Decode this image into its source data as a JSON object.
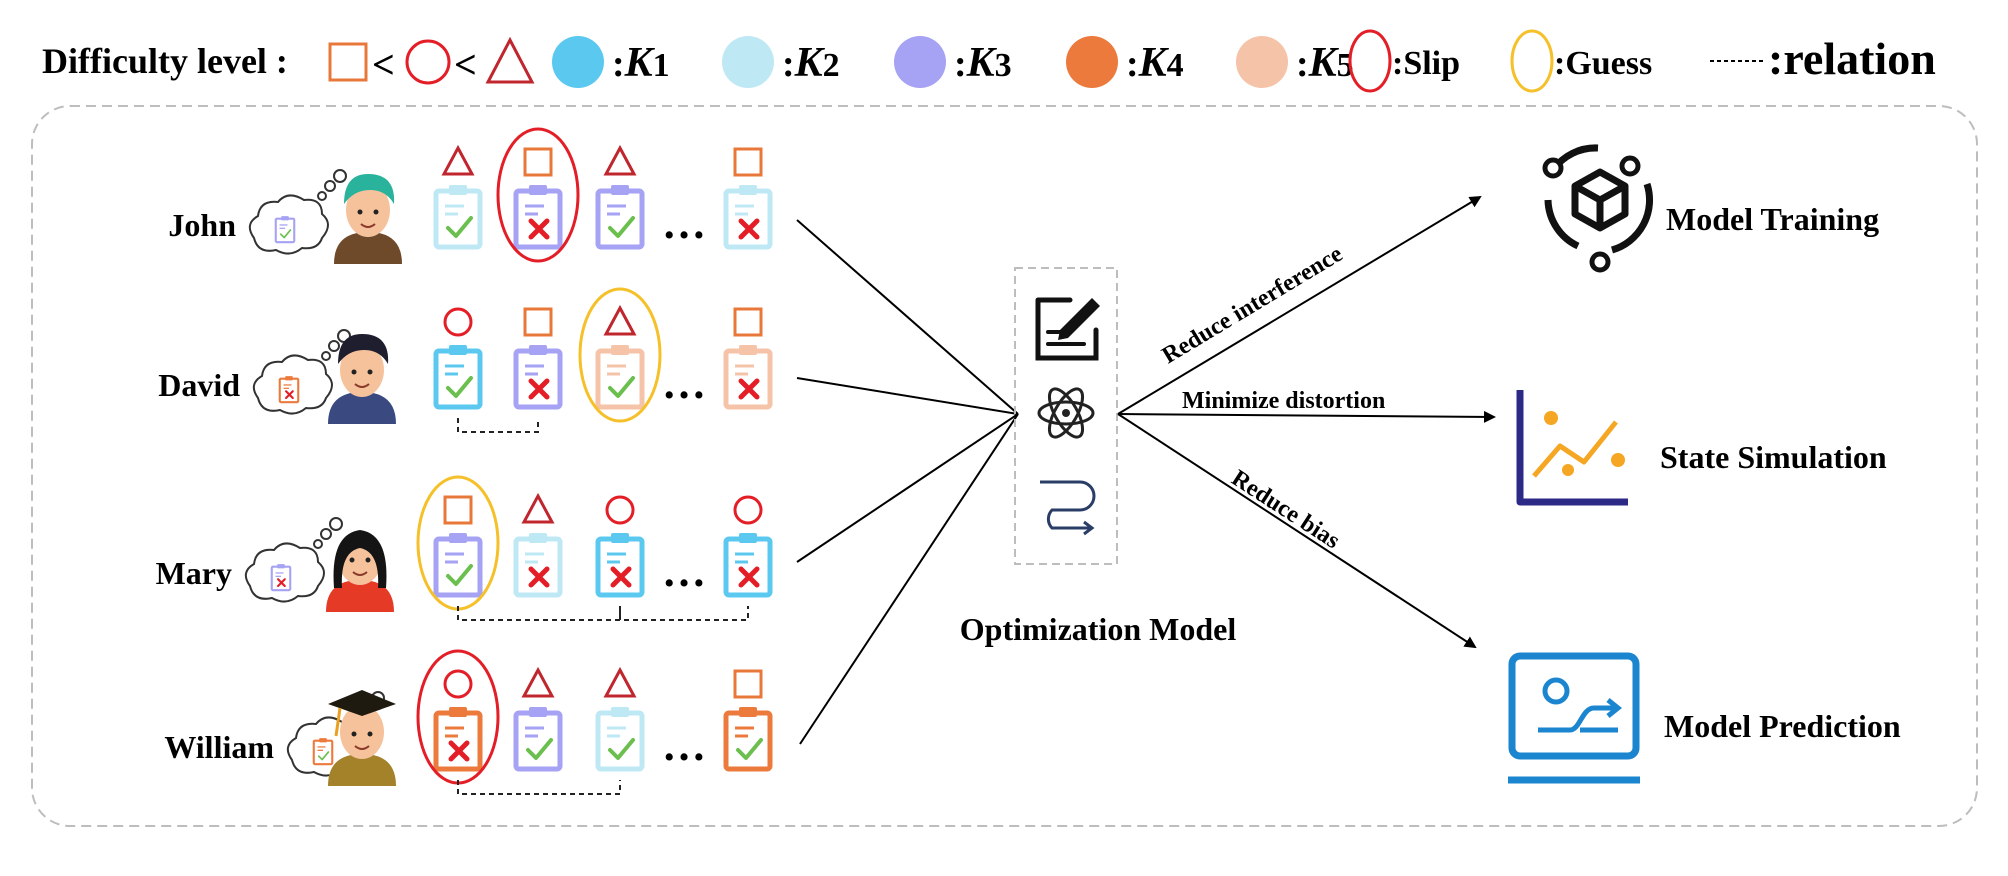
{
  "legend": {
    "difficulty_label": "Difficulty level :",
    "less_than": "<",
    "k_prefix": ":",
    "k_items": [
      {
        "letter": "K",
        "num": "1",
        "color": "#5bc8f0"
      },
      {
        "letter": "K",
        "num": "2",
        "color": "#bfe8f5"
      },
      {
        "letter": "K",
        "num": "3",
        "color": "#a6a2f4"
      },
      {
        "letter": "K",
        "num": "4",
        "color": "#ec7a3c"
      },
      {
        "letter": "K",
        "num": "5",
        "color": "#f4c3a8"
      }
    ],
    "slip_label": ":Slip",
    "guess_label": ":Guess",
    "relation_label": ":relation",
    "slip_color": "#e41e26",
    "guess_color": "#f5c02a"
  },
  "students": [
    {
      "name": "John",
      "thought_color": "#a6a2f4",
      "thought_correct": true,
      "questions": [
        {
          "shape": "triangle",
          "color": "#bfe8f5",
          "correct": true
        },
        {
          "shape": "square",
          "color": "#a6a2f4",
          "correct": false,
          "mark": "slip"
        },
        {
          "shape": "triangle",
          "color": "#a6a2f4",
          "correct": true
        },
        {
          "shape": "square",
          "color": "#bfe8f5",
          "correct": false
        }
      ],
      "relations": []
    },
    {
      "name": "David",
      "thought_color": "#ec7a3c",
      "thought_correct": false,
      "questions": [
        {
          "shape": "circle",
          "color": "#5bc8f0",
          "correct": true
        },
        {
          "shape": "square",
          "color": "#a6a2f4",
          "correct": false
        },
        {
          "shape": "triangle",
          "color": "#f4c3a8",
          "correct": true,
          "mark": "guess"
        },
        {
          "shape": "square",
          "color": "#f4c3a8",
          "correct": false
        }
      ],
      "relations": [
        [
          0,
          1
        ]
      ]
    },
    {
      "name": "Mary",
      "thought_color": "#a6a2f4",
      "thought_correct": false,
      "questions": [
        {
          "shape": "square",
          "color": "#a6a2f4",
          "correct": true,
          "mark": "guess"
        },
        {
          "shape": "triangle",
          "color": "#bfe8f5",
          "correct": false
        },
        {
          "shape": "circle",
          "color": "#5bc8f0",
          "correct": false
        },
        {
          "shape": "circle",
          "color": "#5bc8f0",
          "correct": false
        }
      ],
      "relations": [
        [
          0,
          2
        ],
        [
          2,
          3
        ]
      ]
    },
    {
      "name": "William",
      "thought_color": "#ec7a3c",
      "thought_correct": true,
      "questions": [
        {
          "shape": "circle",
          "color": "#ec7a3c",
          "correct": false,
          "mark": "slip"
        },
        {
          "shape": "triangle",
          "color": "#a6a2f4",
          "correct": true
        },
        {
          "shape": "triangle",
          "color": "#bfe8f5",
          "correct": true
        },
        {
          "shape": "square",
          "color": "#ec7a3c",
          "correct": true
        }
      ],
      "relations": [
        [
          0,
          2
        ]
      ]
    }
  ],
  "ellipsis": "…",
  "optimization": {
    "label": "Optimization Model",
    "icons": [
      "edit-icon",
      "atom-icon",
      "route-icon"
    ]
  },
  "arrows": [
    {
      "label": "Reduce interference"
    },
    {
      "label": "Minimize  distortion"
    },
    {
      "label": "Reduce  bias"
    }
  ],
  "outputs": [
    {
      "label": "Model Training",
      "icon": "cube-cycle-icon"
    },
    {
      "label": "State Simulation",
      "icon": "scatter-chart-icon"
    },
    {
      "label": "Model Prediction",
      "icon": "monitor-predict-icon"
    }
  ],
  "colors": {
    "red_shape": "#c0262d",
    "orange_shape": "#e8773a",
    "black_icon": "#111111",
    "chart_axis": "#2d2a87",
    "chart_points": "#f5a623",
    "prediction_blue": "#1b86cf"
  }
}
